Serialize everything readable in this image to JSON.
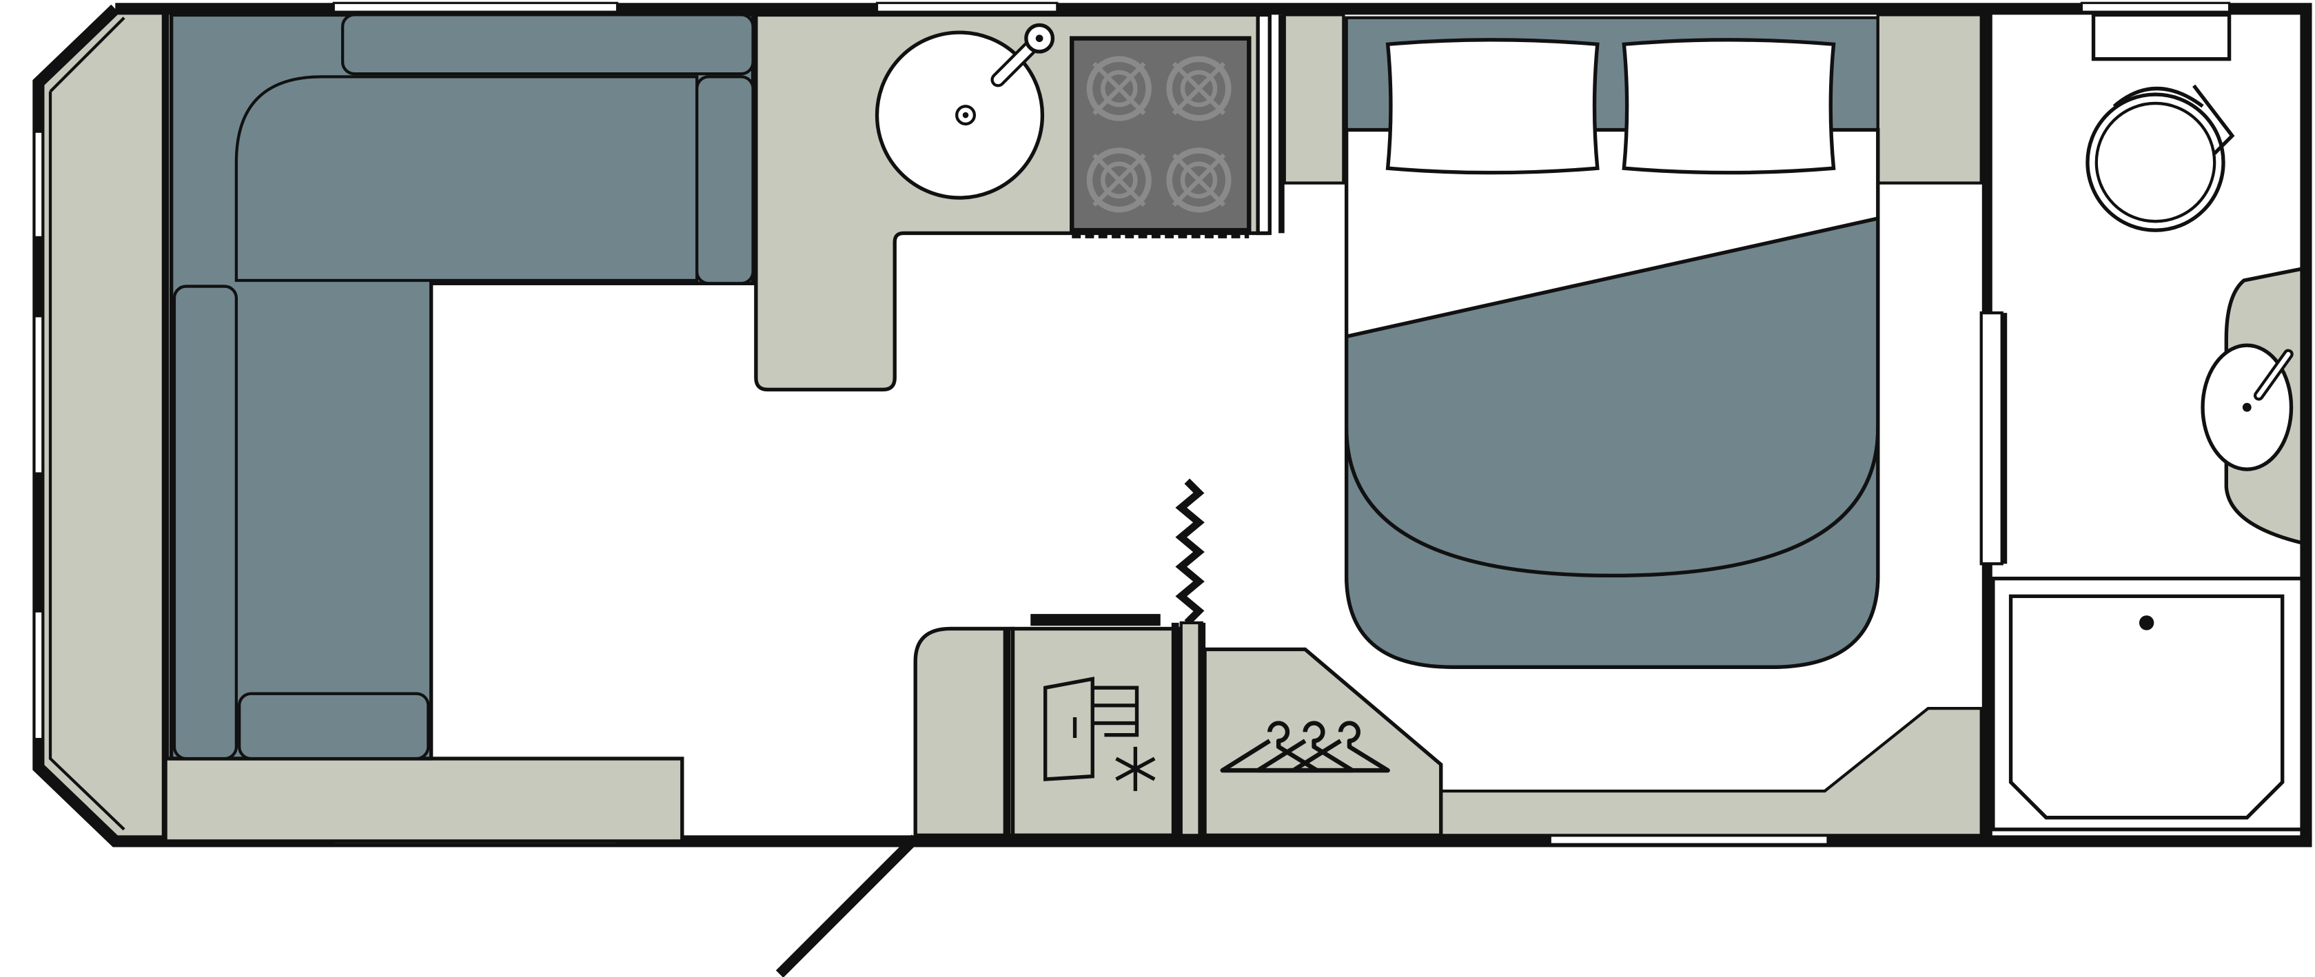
{
  "colors": {
    "background": "#ffffff",
    "wall": "#111111",
    "counter": "#c8c9bd",
    "upholstery": "#71858d",
    "hob": "#6d6d6d",
    "burner": "#8a8a8a",
    "window": "#ffffff"
  },
  "layout_items": {
    "lounge": [
      "front-wall",
      "l-shaped-sofa",
      "seat-cushions",
      "front-chest"
    ],
    "kitchen": [
      "kitchen-counter",
      "sink",
      "tap",
      "hob",
      "hob-burners"
    ],
    "bedroom": [
      "double-bed",
      "pillows",
      "duvet"
    ],
    "washroom": [
      "toilet",
      "vanity",
      "basin",
      "shower-tray",
      "shower-drain"
    ],
    "entrance": [
      "entrance-door",
      "fridge",
      "freezer-icon",
      "wardrobe",
      "hanger-icons",
      "heater-icon"
    ]
  }
}
